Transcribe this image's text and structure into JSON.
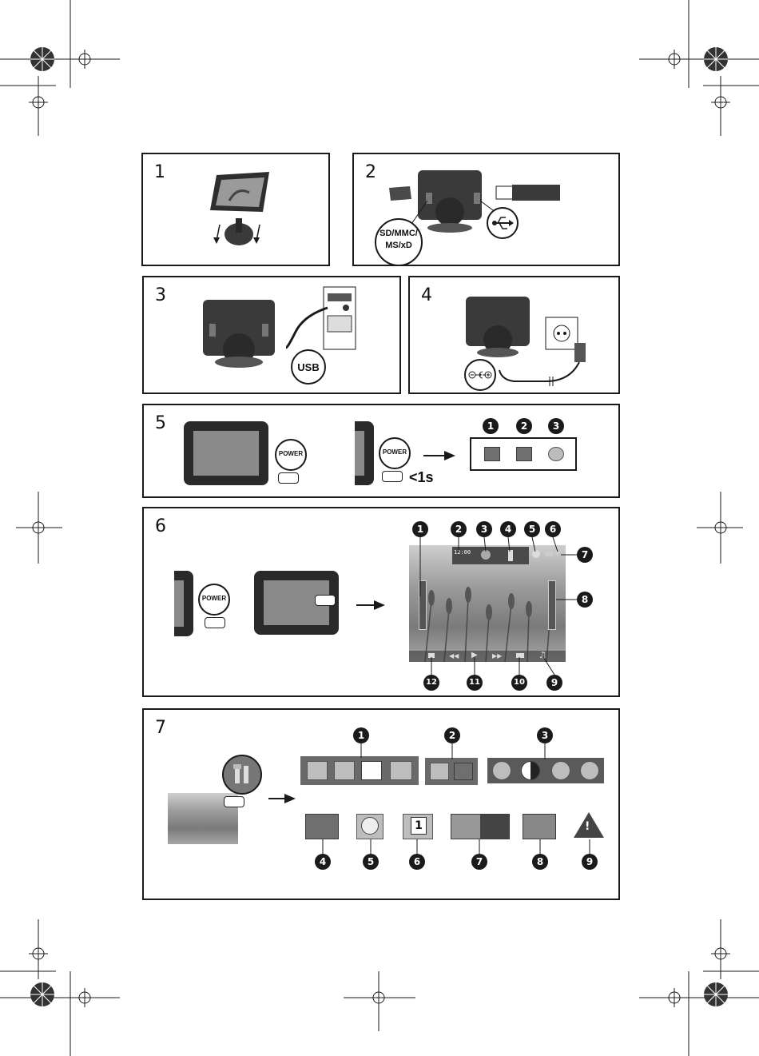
{
  "panels": [
    {
      "number": "1"
    },
    {
      "number": "2",
      "callout_card": "SD/MMC/\nMS/xD"
    },
    {
      "number": "3",
      "callout_usb": "USB"
    },
    {
      "number": "4"
    },
    {
      "number": "5",
      "power_label": "POWER",
      "timing": "<1s",
      "menu_badges": [
        "1",
        "2",
        "3"
      ]
    },
    {
      "number": "6",
      "power_label": "POWER",
      "badges_top": [
        "1",
        "2",
        "3",
        "4",
        "5",
        "6"
      ],
      "badges_right": [
        "7",
        "8"
      ],
      "badges_bottom": [
        "12",
        "11",
        "10",
        "9"
      ],
      "screen_clock": "12:00"
    },
    {
      "number": "7",
      "badges_top": [
        "1",
        "2",
        "3"
      ],
      "badges_bottom": [
        "4",
        "5",
        "6",
        "7",
        "8",
        "9"
      ],
      "calendar_day": "1"
    }
  ],
  "colors": {
    "ink": "#1a1a1a",
    "screen": "#8a8a8a",
    "frame": "#2a2a2a"
  },
  "icons": {
    "usb": "usb-trident-icon",
    "power_plug": "power-socket-icon",
    "dc": "dc-polarity-icon",
    "photo": "photo-icon",
    "video": "clapperboard-icon",
    "music": "music-note-icon",
    "settings": "tools-icon",
    "clock": "clock-icon",
    "calendar": "calendar-icon",
    "alarm": "alarm-bell-icon",
    "warning": "warning-triangle-icon"
  }
}
